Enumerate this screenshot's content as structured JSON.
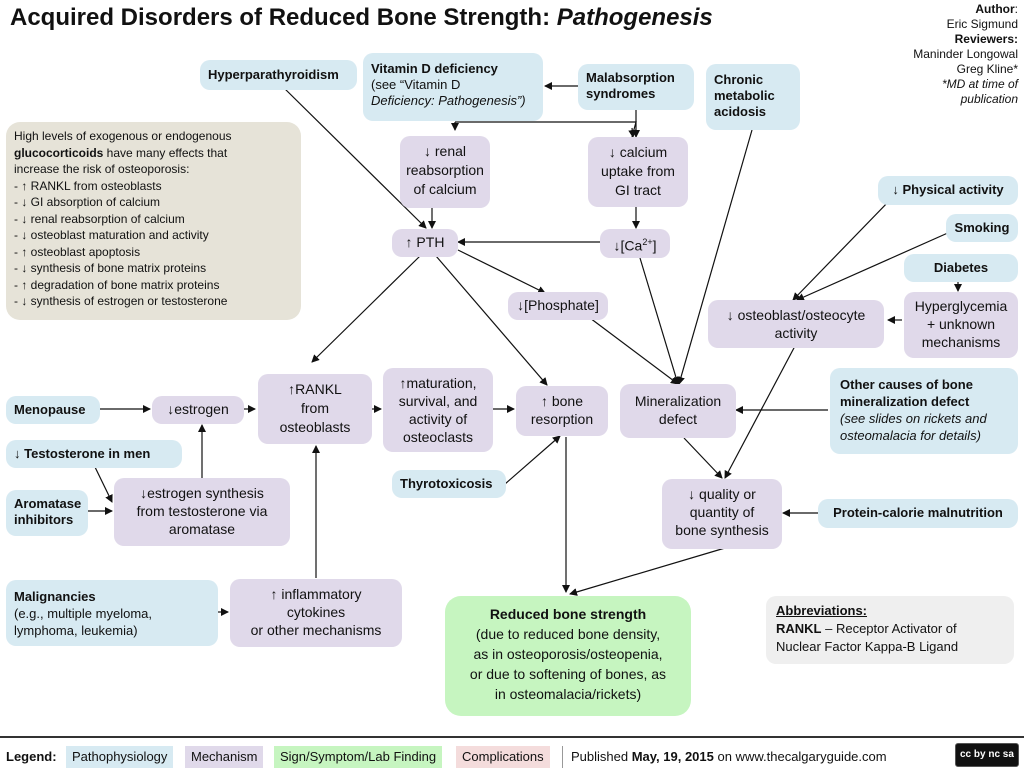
{
  "title": {
    "main": "Acquired Disorders of Reduced Bone Strength: ",
    "italic": "Pathogenesis"
  },
  "author": {
    "author_label": "Author",
    "author_name": "Eric Sigmund",
    "reviewers_label": "Reviewers:",
    "reviewer1": "Maninder Longowal",
    "reviewer2": "Greg Kline*",
    "note1": "*MD at time of",
    "note2": "publication"
  },
  "nodes": {
    "hyperpara": "Hyperparathyroidism",
    "vitd_title": "Vitamin D deficiency",
    "vitd_sub1": "(see “Vitamin D",
    "vitd_sub2": "Deficiency: Pathogenesis”)",
    "malabs1": "Malabsorption",
    "malabs2": "syndromes",
    "chronic1": "Chronic",
    "chronic2": "metabolic",
    "chronic3": "acidosis",
    "gluco_intro1": "High levels of exogenous or endogenous",
    "gluco_bold": "glucocorticoids",
    "gluco_intro2": " have many effects that",
    "gluco_intro3": "increase the risk of osteoporosis:",
    "gluco_items": [
      "- ↑ RANKL from osteoblasts",
      "- ↓ GI absorption of calcium",
      "- ↓ renal reabsorption of calcium",
      "- ↓ osteoblast maturation and activity",
      "- ↑ osteoblast apoptosis",
      "- ↓ synthesis of bone matrix proteins",
      "- ↑ degradation of bone matrix proteins",
      "- ↓ synthesis of estrogen or testosterone"
    ],
    "renal1": "↓ renal",
    "renal2": "reabsorption",
    "renal3": "of calcium",
    "calcium1": "↓ calcium",
    "calcium2": "uptake from",
    "calcium3": "GI tract",
    "pth": "↑ PTH",
    "ca_pre": "↓[Ca",
    "ca_sup": "2+",
    "ca_post": "]",
    "phosphate": "↓[Phosphate]",
    "physical": "↓ Physical activity",
    "smoking": "Smoking",
    "diabetes": "Diabetes",
    "osteoblast1": "↓ osteoblast/osteocyte",
    "osteoblast2": "activity",
    "hyperglyc1": "Hyperglycemia",
    "hyperglyc2": "+ unknown",
    "hyperglyc3": "mechanisms",
    "menopause": "Menopause",
    "estrogen": "↓estrogen",
    "rankl1": "↑RANKL",
    "rankl2": "from",
    "rankl3": "osteoblasts",
    "matur1": "↑maturation,",
    "matur2": "survival, and",
    "matur3": "activity of",
    "matur4": "osteoclasts",
    "resorp1": "↑ bone",
    "resorp2": "resorption",
    "mineral1": "Mineralization",
    "mineral2": "defect",
    "other1": "Other causes of bone",
    "other2": "mineralization defect",
    "other3": "(see slides on rickets and",
    "other4": "osteomalacia for details)",
    "testo": "↓ Testosterone in men",
    "thyro": "Thyrotoxicosis",
    "aromatase1": "Aromatase",
    "aromatase2": "inhibitors",
    "estsyn1": "↓estrogen synthesis",
    "estsyn2": "from testosterone via",
    "estsyn3": "aromatase",
    "quality1": "↓ quality or",
    "quality2": "quantity of",
    "quality3": "bone synthesis",
    "protein": "Protein-calorie malnutrition",
    "malig1": "Malignancies",
    "malig2": "(e.g., multiple myeloma,",
    "malig3": "lymphoma, leukemia)",
    "inflam1": "↑ inflammatory",
    "inflam2": "cytokines",
    "inflam3": "or other mechanisms",
    "reduced_title": "Reduced bone strength",
    "reduced2": "(due to reduced bone density,",
    "reduced3": "as in osteoporosis/osteopenia,",
    "reduced4": "or due to softening of bones, as",
    "reduced5": "in osteomalacia/rickets)",
    "abbr_title": "Abbreviations:",
    "abbr_term": "RANKL",
    "abbr_def1": " – Receptor Activator of",
    "abbr_def2": "Nuclear Factor Kappa-B Ligand"
  },
  "legend": {
    "label": "Legend:",
    "patho": "Pathophysiology",
    "mech": "Mechanism",
    "sign": "Sign/Symptom/Lab Finding",
    "comp": "Complications",
    "pub_pre": "Published ",
    "pub_date": "May, 19, 2015",
    "pub_post": " on www.thecalgaryguide.com",
    "license": "cc by nc sa"
  },
  "colors": {
    "pathophysiology": "#d7eaf2",
    "mechanism": "#e0d9ea",
    "sign": "#c6f5c0",
    "complications": "#f4dcdc",
    "glucocorticoid_box": "#e6e3d8"
  }
}
